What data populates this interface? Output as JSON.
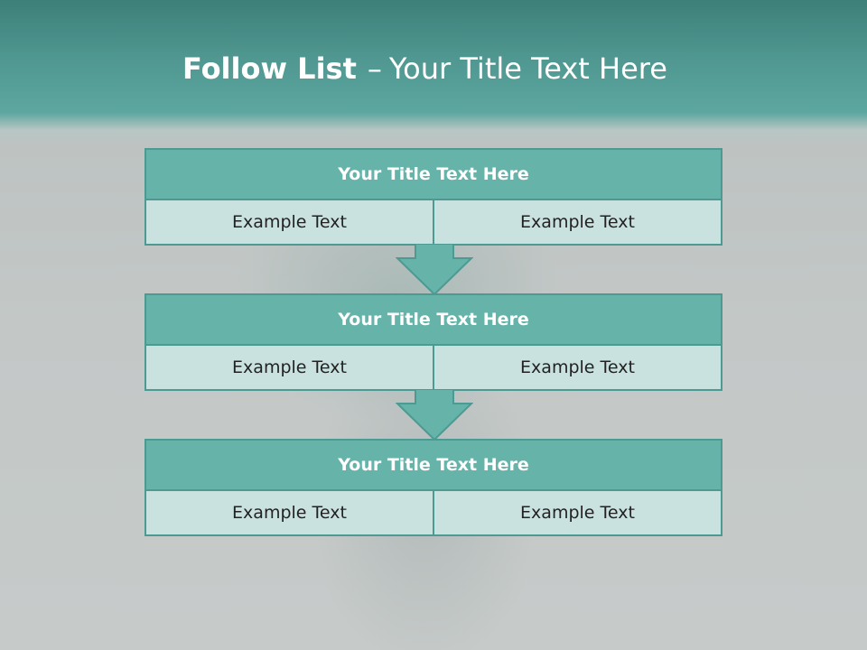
{
  "slide": {
    "title_bold": "Follow List",
    "title_separator": "–",
    "title_rest": "Your Title Text Here"
  },
  "blocks": [
    {
      "title": "Your Title Text Here",
      "left": "Example Text",
      "right": "Example Text"
    },
    {
      "title": "Your Title Text Here",
      "left": "Example Text",
      "right": "Example Text"
    },
    {
      "title": "Your Title Text Here",
      "left": "Example Text",
      "right": "Example Text"
    }
  ],
  "colors": {
    "header_teal": "#4f9790",
    "block_title_fill": "#66b3aa",
    "block_cell_fill": "#c9e2df",
    "block_border": "#4c9a91"
  },
  "icons": [
    "down-arrow-icon"
  ]
}
